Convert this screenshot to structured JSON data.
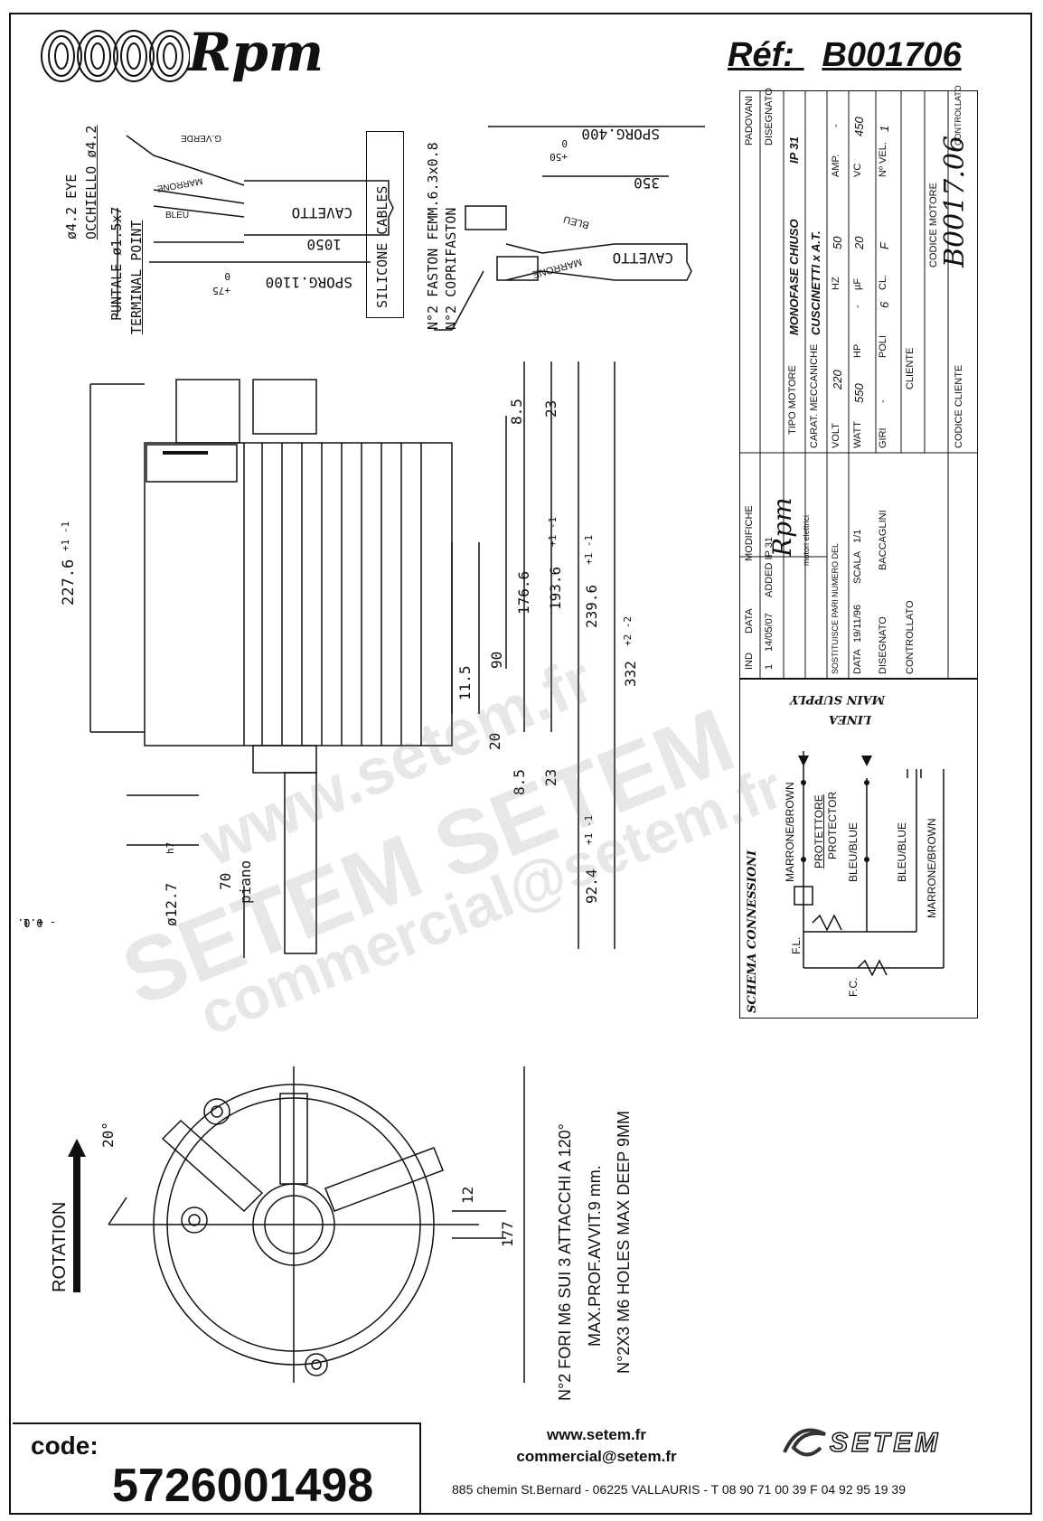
{
  "header": {
    "brand": "Rpm",
    "ref_label": "Réf:",
    "ref_value": "B001706"
  },
  "cables_left": {
    "eye": "ø4.2 EYE",
    "occhiello": "OCCHIELLO ø4.2",
    "puntale": "PUNTALE ø1.5x7",
    "terminal": "TERMINAL POINT",
    "wire_verde": "G.VERDE",
    "wire_marrone": "MARRONE",
    "wire_bleu": "BLEU",
    "cavetto": "CAVETTO",
    "len_1050": "1050",
    "sporg": "SPORG.1100",
    "sporg_tol_a": "+75",
    "sporg_tol_b": "0"
  },
  "silicone": "SILICONE CABLES",
  "faston": {
    "line1": "N°2 FASTON FEMM.6.3x0.8",
    "line2": "N°2 COPRIFASTON",
    "cavetto": "CAVETTO",
    "len_350": "350",
    "sporg": "SPORG.400",
    "tol_a": "+50",
    "tol_b": "0",
    "wire_bleu": "BLEU",
    "wire_marrone": "MARRONE"
  },
  "dims": {
    "d227": "227.6",
    "d227_tol": "+1 -1",
    "d8_5_top": "8.5",
    "d23_top": "23",
    "d176": "176.6",
    "d193": "193.6",
    "d193_tol": "+1 -1",
    "d239": "239.6",
    "d239_tol": "+1 -1",
    "d332": "332",
    "d332_tol": "+2 -2",
    "d90": "90",
    "d11_5": "11.5",
    "d20": "20",
    "d8_5_bot": "8.5",
    "d23_bot": "23",
    "d92": "92.4",
    "d92_tol": "+1 -1",
    "shaft": "ø12.7",
    "shaft_tol_a": "+ 0.",
    "shaft_tol_b": "- 0.1",
    "h7": "h7",
    "d70": "70",
    "piano": "piano",
    "d20deg": "20°",
    "d12": "12",
    "d177": "177",
    "rotation": "ROTATION"
  },
  "holes": {
    "line1": "N°2 FORI M6 SUI 3 ATTACCHI A 120°",
    "line2": "MAX.PROF.AVVIT.9 mm.",
    "line3": "N°2X3 M6 HOLES MAX DEEP 9MM"
  },
  "table": {
    "padovani": "PADOVANI",
    "controllato": "CONTROLLATO",
    "disegnato": "DISEGNATO",
    "ip": "IP 31",
    "modifiche": "MODIFICHE",
    "tipo_motore": "TIPO MOTORE",
    "tipo_val": "MONOFASE CHIUSO",
    "carat": "CARAT. MECCANICHE",
    "carat_val": "CUSCINETTI x A.T.",
    "volt": "VOLT",
    "volt_v": "220",
    "hz": "HZ",
    "hz_v": "50",
    "amp": "AMP.",
    "amp_v": "-",
    "watt": "WATT",
    "watt_v": "550",
    "hp": "HP",
    "hp_v": "-",
    "uf": "µF",
    "uf_v": "20",
    "vc": "VC",
    "vc_v": "450",
    "giri": "GIRI",
    "giri_v": "-",
    "poli": "POLI",
    "poli_v": "6",
    "cl": "CL.",
    "cl_v": "F",
    "nvel": "Nº VEL.",
    "nvel_v": "1",
    "cliente": "CLIENTE",
    "codice_motore": "CODICE MOTORE",
    "codice_motore_v": "B0017.06",
    "codice_cliente": "CODICE CLIENTE",
    "rev_1": "1",
    "rev_date": "14/05/07",
    "rev_added": "ADDED IP 31",
    "ind": "IND",
    "data": "DATA",
    "sostituisce": "SOSTITUISCE PARI",
    "numero_del": "NUMERO DEL",
    "data_l": "DATA",
    "data_v": "19/11/96",
    "scala": "SCALA",
    "scala_v": "1/1",
    "disegnato_l": "DISEGNATO",
    "disegnato_v": "BACCAGLINI",
    "controllato_l": "CONTROLLATO",
    "rpm_sub": "motori elettrici"
  },
  "schema": {
    "title": "SCHEMA CONNESSIONI",
    "main_supply": "MAIN SUPPLY",
    "linea": "LINEA",
    "marrone_brown": "MARRONE/BROWN",
    "protettore": "PROTETTORE",
    "protector": "PROTECTOR",
    "bleu_blue": "BLEU/BLUE",
    "bleu_blue2": "BLEU/BLUE",
    "marrone_brown2": "MARRONE/BROWN",
    "fl": "F.L.",
    "fc": "F.C."
  },
  "footer": {
    "code_label": "code:",
    "code_value": "5726001498",
    "web": "www.setem.fr",
    "email": "commercial@setem.fr",
    "address": "885 chemin St.Bernard  -  06225 VALLAURIS  -  T 08 90 71 00 39   F 04 92 95 19 39",
    "setem_logo": "SETEM"
  },
  "watermarks": {
    "w1": "www.setem.fr",
    "w2": "SETEM SETEM",
    "w3": "commercial@setem.fr"
  }
}
